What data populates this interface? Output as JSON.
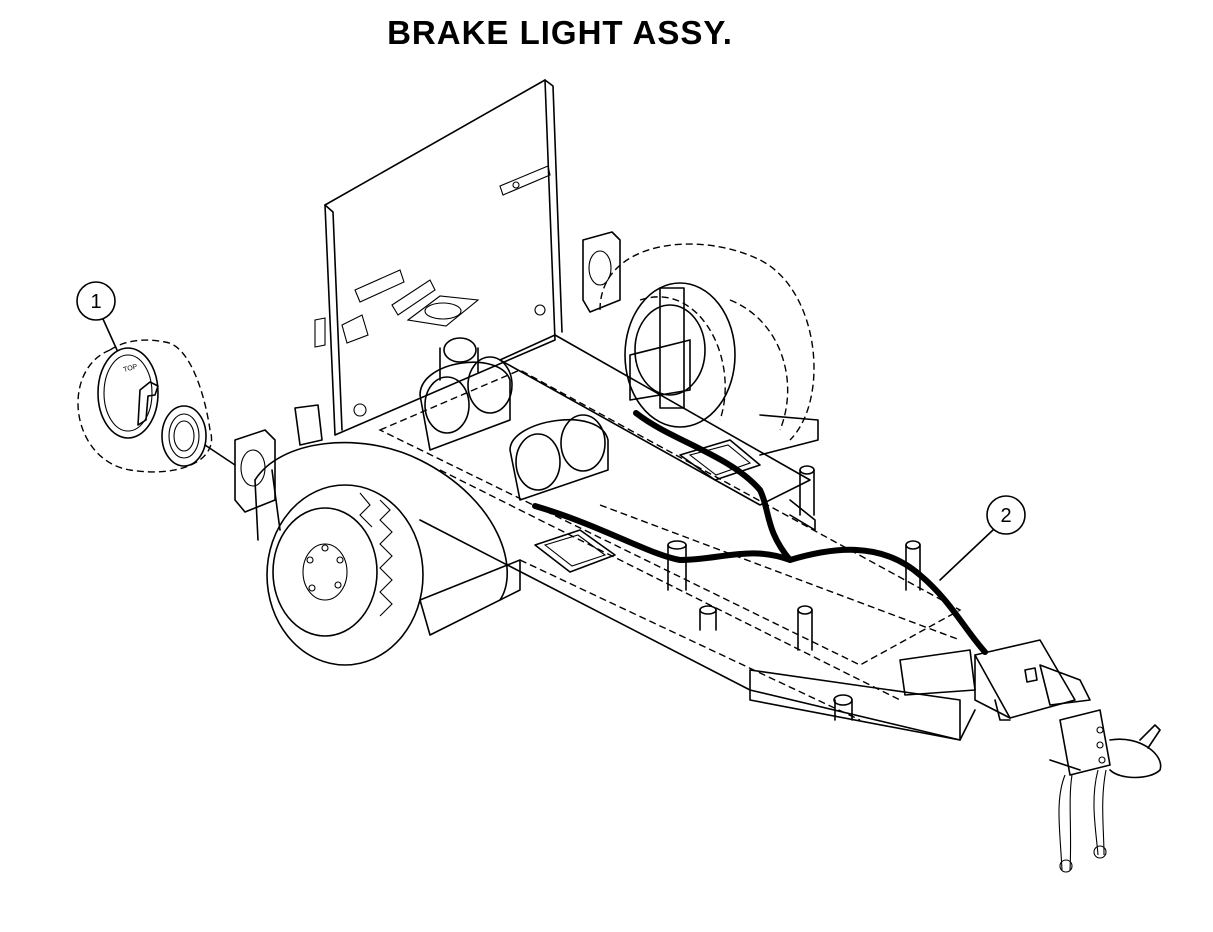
{
  "title": "BRAKE LIGHT ASSY.",
  "lamp_marking": "TOP",
  "callouts": [
    {
      "number": "1",
      "part": "brake light assembly"
    },
    {
      "number": "2",
      "part": "wiring harness"
    }
  ],
  "colors": {
    "ink": "#000000",
    "background": "#ffffff"
  }
}
